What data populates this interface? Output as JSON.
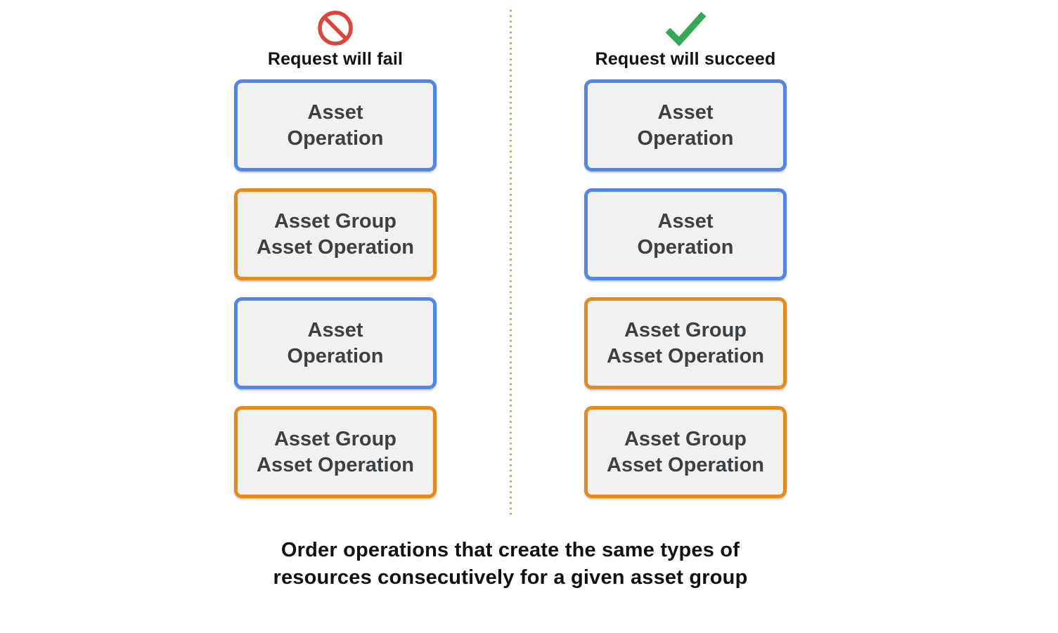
{
  "columns": [
    {
      "id": "fail",
      "icon": "prohibited-icon",
      "header": "Request will fail",
      "boxes": [
        {
          "type": "asset-operation",
          "label": "Asset\nOperation"
        },
        {
          "type": "asset-group-asset-operation",
          "label": "Asset Group\nAsset Operation"
        },
        {
          "type": "asset-operation",
          "label": "Asset\nOperation"
        },
        {
          "type": "asset-group-asset-operation",
          "label": "Asset Group\nAsset Operation"
        }
      ]
    },
    {
      "id": "succeed",
      "icon": "checkmark-icon",
      "header": "Request will succeed",
      "boxes": [
        {
          "type": "asset-operation",
          "label": "Asset\nOperation"
        },
        {
          "type": "asset-operation",
          "label": "Asset\nOperation"
        },
        {
          "type": "asset-group-asset-operation",
          "label": "Asset Group\nAsset Operation"
        },
        {
          "type": "asset-group-asset-operation",
          "label": "Asset Group\nAsset Operation"
        }
      ]
    }
  ],
  "caption": "Order operations that create the same types of\nresources consecutively for a given asset group",
  "colors": {
    "asset_operation_border": "#4E86EC",
    "asset_group_asset_operation_border": "#E8891C",
    "fail_icon": "#DE4437",
    "succeed_icon": "#34A853",
    "box_background": "#F1F1F1",
    "box_text": "#3C4043",
    "divider_dots": "#EE9D3D",
    "heading_text": "#111111"
  }
}
